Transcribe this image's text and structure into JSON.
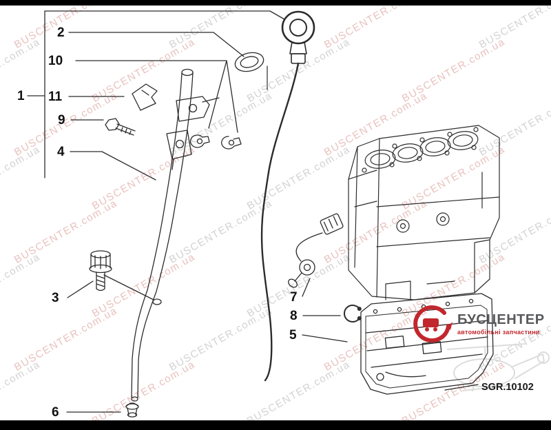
{
  "watermark": {
    "text": "BUSCENTER.com.ua",
    "color_gray": "#c7c7c7",
    "color_pink": "#e2b2ae"
  },
  "logo": {
    "name": "БУСЦЕНТЕР",
    "tagline": "автомобільні запчастини",
    "accent_color": "#c1272d",
    "text_color": "#58595b"
  },
  "diagram": {
    "part_code": "SGR.10102",
    "line_color": "#2b2b2b",
    "callouts": {
      "c1": {
        "label": "1"
      },
      "c2": {
        "label": "2"
      },
      "c3": {
        "label": "3"
      },
      "c4": {
        "label": "4"
      },
      "c5": {
        "label": "5"
      },
      "c6": {
        "label": "6"
      },
      "c7": {
        "label": "7"
      },
      "c8": {
        "label": "8"
      },
      "c9": {
        "label": "9"
      },
      "c10": {
        "label": "10"
      },
      "c11": {
        "label": "11"
      }
    },
    "parts_shown": [
      "dipstick",
      "dipstick-tube",
      "o-ring",
      "retaining-clips",
      "mounting-bolt",
      "flange-bolt",
      "grommet",
      "crankshaft-sensor",
      "circlip",
      "engine-block",
      "oil-sump"
    ]
  }
}
